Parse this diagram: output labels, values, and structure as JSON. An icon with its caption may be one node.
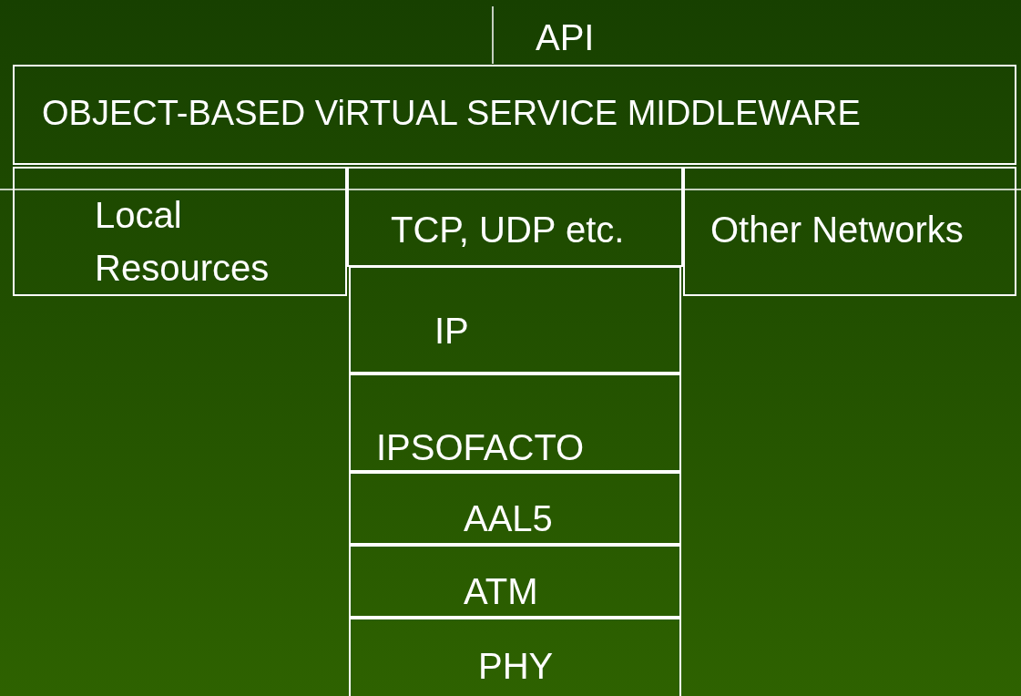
{
  "diagram": {
    "nodes": [
      {
        "text": [
          "OBJECT-BASED ViRTUAL SERVICE MIDDLEWARE"
        ]
      },
      {
        "text": [
          "Local Resources"
        ]
      },
      {
        "text": [
          "TCP, UDP etc."
        ]
      },
      {
        "text": [
          "Other Networks"
        ]
      },
      {
        "text": [
          "IP"
        ]
      },
      {
        "text": [
          "IPSOFACTO"
        ]
      },
      {
        "text": [
          "AAL5"
        ]
      },
      {
        "text": [
          "ATM"
        ]
      },
      {
        "text": [
          "PHY"
        ]
      }
    ],
    "labels": [
      "API"
    ]
  }
}
